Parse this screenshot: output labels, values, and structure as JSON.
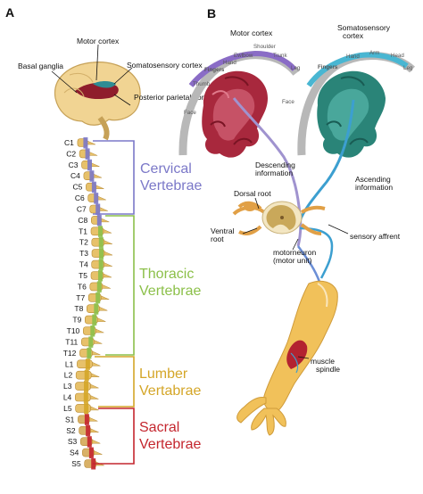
{
  "panel_a": {
    "letter": "A",
    "brain_labels": {
      "motor_cortex": "Motor cortex",
      "basal_ganglia": "Basal ganglia",
      "somatosensory_cortex": "Somatosensory cortex",
      "posterior_parietal_cortex": "Posterior parietal cortex"
    },
    "vertebrae": [
      "C1",
      "C2",
      "C3",
      "C4",
      "C5",
      "C6",
      "C7",
      "C8",
      "T1",
      "T2",
      "T3",
      "T4",
      "T5",
      "T6",
      "T7",
      "T8",
      "T9",
      "T10",
      "T11",
      "T12",
      "L1",
      "L2",
      "L3",
      "L4",
      "L5",
      "S1",
      "S2",
      "S3",
      "S4",
      "S5"
    ],
    "regions": {
      "cervical": "Cervical Vertebrae",
      "thoracic": "Thoracic Vertebrae",
      "lumber": "Lumber Vertabrae",
      "sacral": "Sacral Vertebrae"
    },
    "colors": {
      "cervical": "#7b78c8",
      "thoracic": "#8cc04a",
      "lumber": "#d4a628",
      "sacral": "#c4262e",
      "bone": "#e7c16a"
    }
  },
  "panel_b": {
    "letter": "B",
    "motor_cortex_title": "Motor cortex",
    "somatosensory_title": "Somatosensory cortex",
    "motor_homunculus": [
      "Fingers",
      "Thumb",
      "Face",
      "Hand",
      "Ewlbow",
      "Shoulder",
      "Trunk",
      "Leg",
      "Face"
    ],
    "somato_homunculus": [
      "Fingers",
      "Hand",
      "Arm",
      "Head",
      "Leg"
    ],
    "labels": {
      "descending": "Descending information",
      "ascending": "Ascending information",
      "dorsal_root": "Dorsal root",
      "ventral_root": "Ventral root",
      "sensory_affrent": "sensory affrent",
      "motoneuron": "motorneuron (motor unit)",
      "muscle_spindle": "muscle spindle"
    },
    "colors": {
      "motor_cortex": "#b0354a",
      "somato_cortex": "#3a9a8e",
      "motor_band": "#8a6cc6",
      "somato_band": "#49b6d2",
      "arm": "#f1c15a"
    }
  }
}
